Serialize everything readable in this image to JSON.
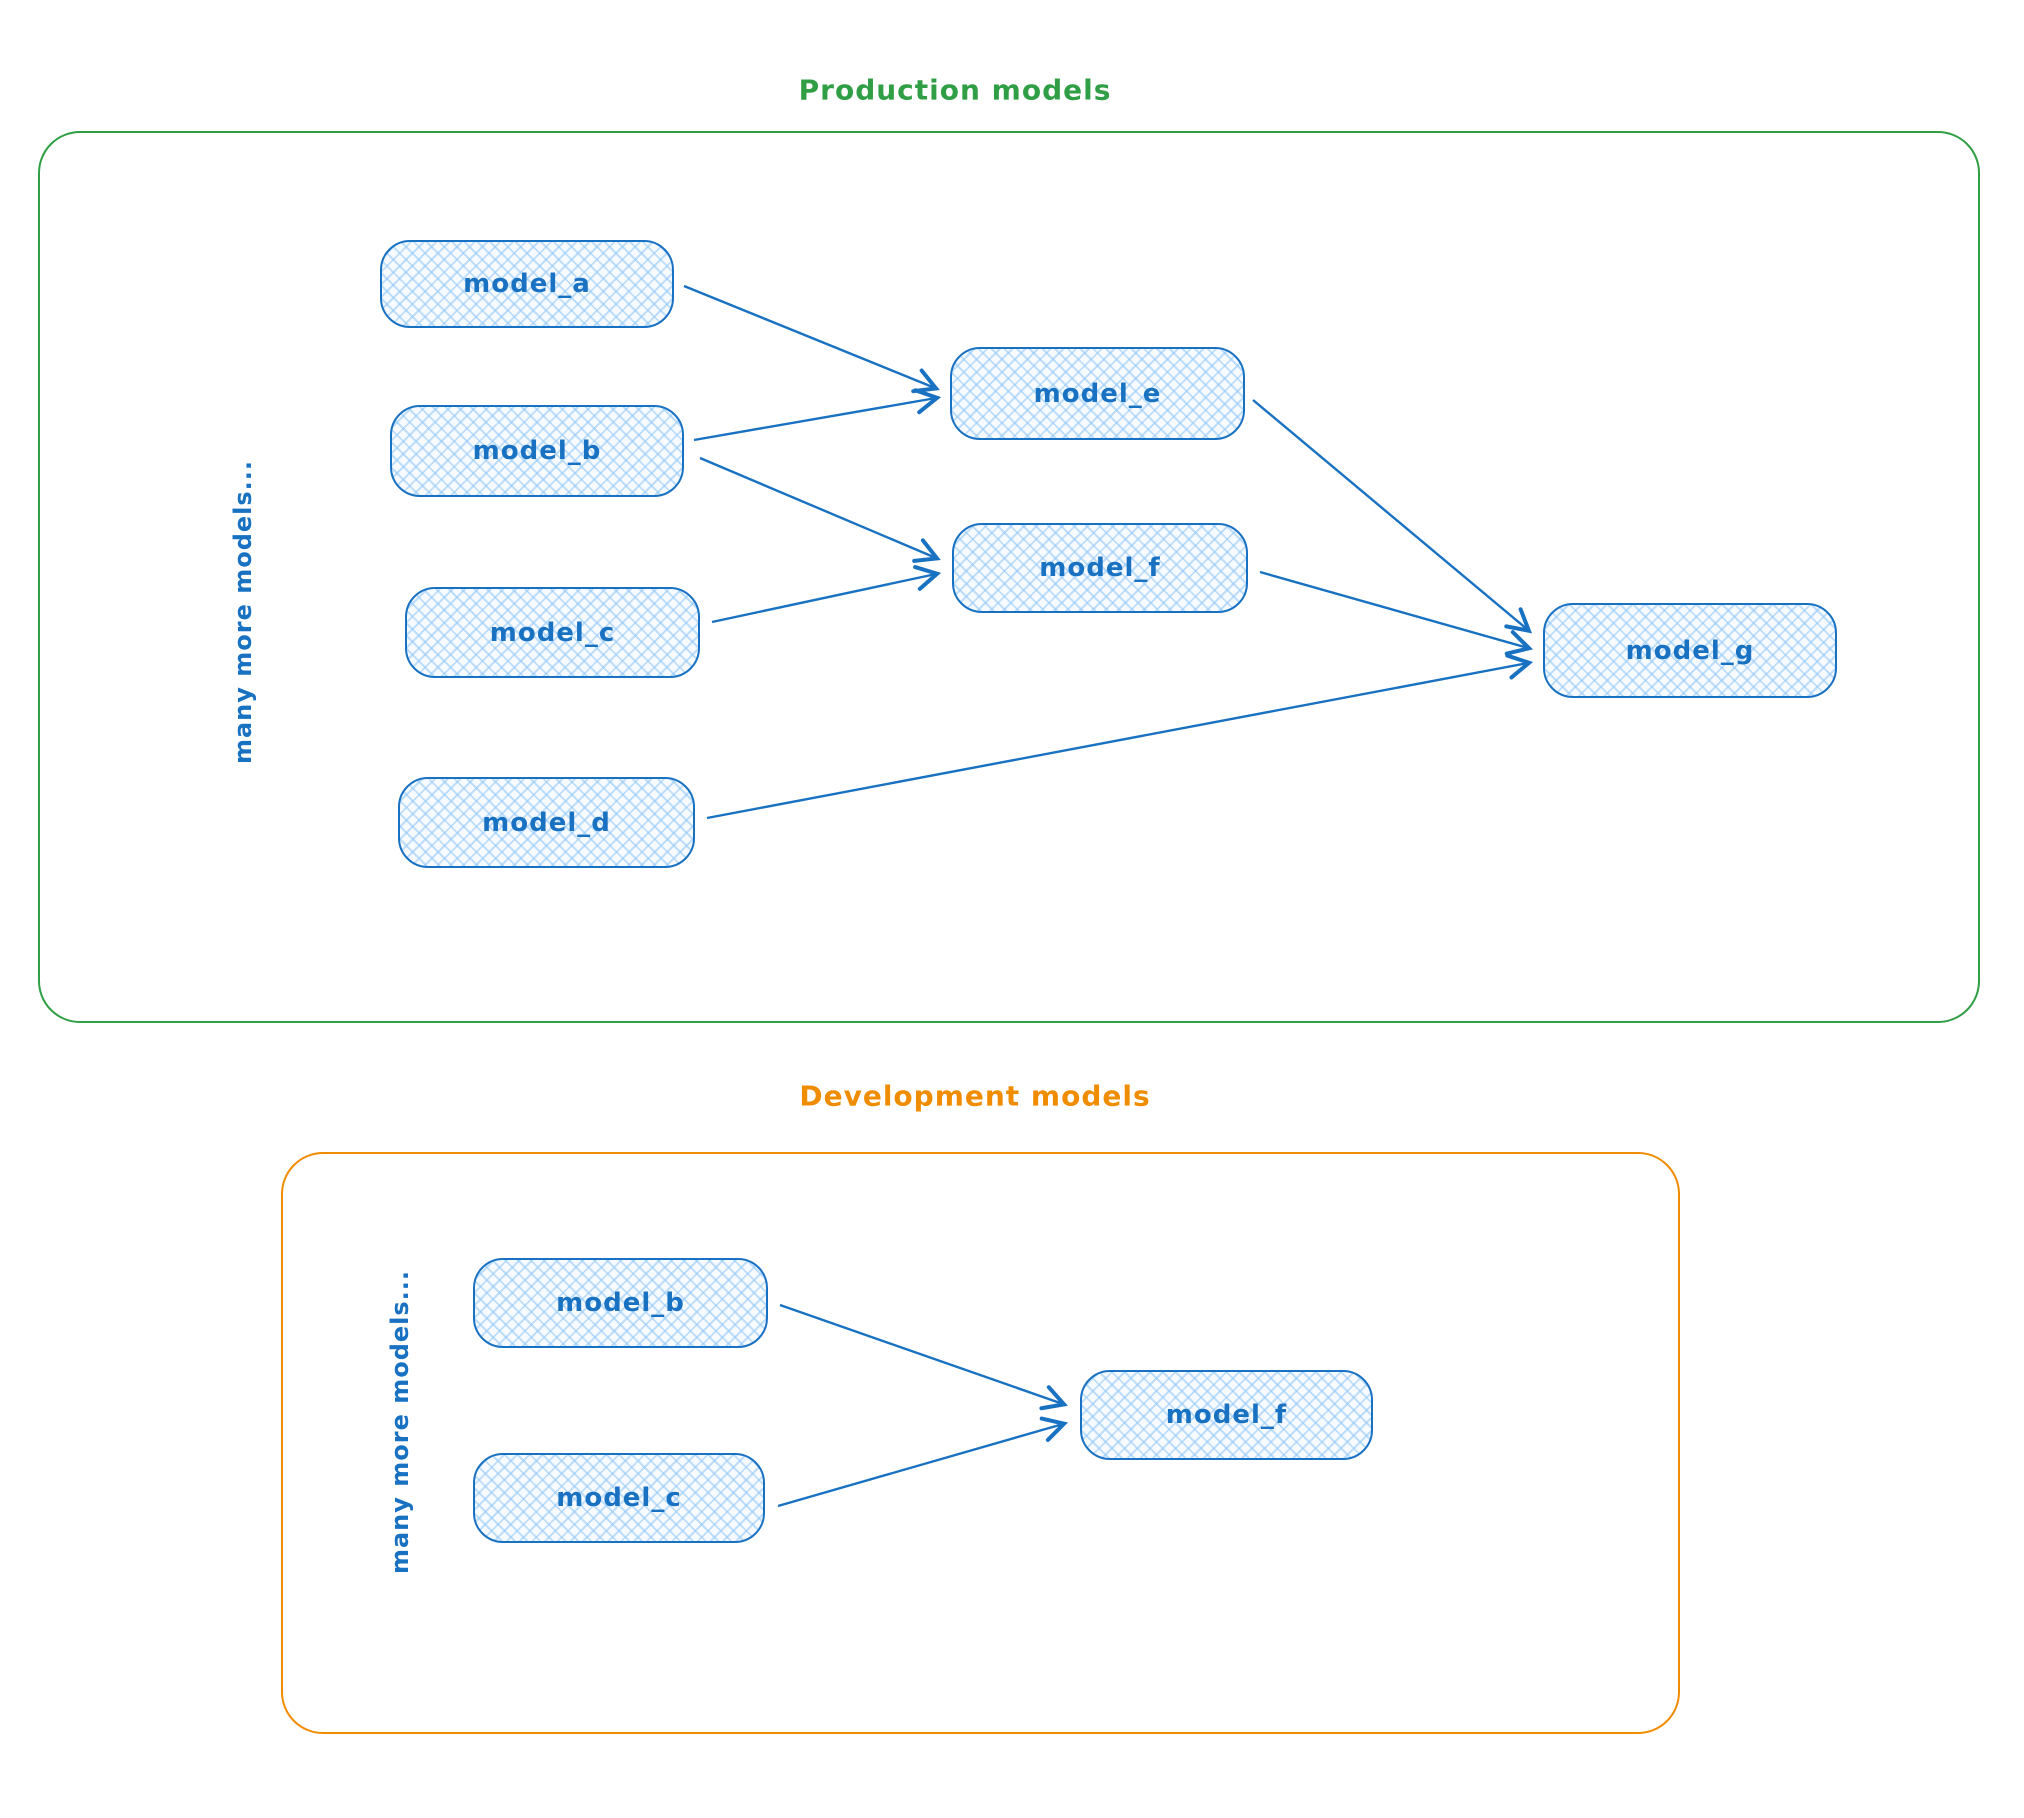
{
  "production": {
    "title": "Production models",
    "side_label": "many more models...",
    "nodes": [
      {
        "id": "model_a",
        "label": "model_a"
      },
      {
        "id": "model_b",
        "label": "model_b"
      },
      {
        "id": "model_c",
        "label": "model_c"
      },
      {
        "id": "model_d",
        "label": "model_d"
      },
      {
        "id": "model_e",
        "label": "model_e"
      },
      {
        "id": "model_f",
        "label": "model_f"
      },
      {
        "id": "model_g",
        "label": "model_g"
      }
    ],
    "edges": [
      {
        "from": "model_a",
        "to": "model_e"
      },
      {
        "from": "model_b",
        "to": "model_e"
      },
      {
        "from": "model_b",
        "to": "model_f"
      },
      {
        "from": "model_c",
        "to": "model_f"
      },
      {
        "from": "model_e",
        "to": "model_g"
      },
      {
        "from": "model_f",
        "to": "model_g"
      },
      {
        "from": "model_d",
        "to": "model_g"
      }
    ]
  },
  "development": {
    "title": "Development models",
    "side_label": "many more models...",
    "nodes": [
      {
        "id": "model_b",
        "label": "model_b"
      },
      {
        "id": "model_c",
        "label": "model_c"
      },
      {
        "id": "model_f",
        "label": "model_f"
      }
    ],
    "edges": [
      {
        "from": "model_b",
        "to": "model_f"
      },
      {
        "from": "model_c",
        "to": "model_f"
      }
    ]
  },
  "colors": {
    "node_stroke": "#1971c2",
    "node_fill_hatch": "#a5d8ff",
    "production_accent": "#2f9e44",
    "development_accent": "#f08c00"
  }
}
